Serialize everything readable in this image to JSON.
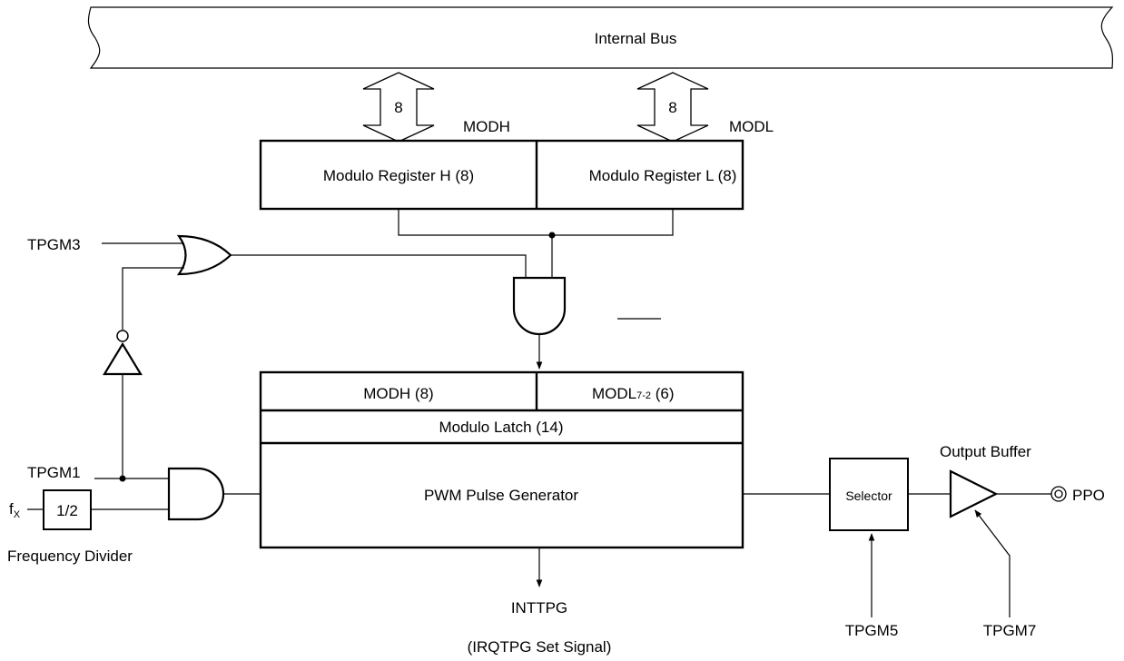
{
  "bus": {
    "label": "Internal Bus"
  },
  "bus_width_labels": {
    "left": "8",
    "right": "8"
  },
  "registers": {
    "modh_tag": "MODH",
    "modl_tag": "MODL",
    "modulo_register_h": "Modulo Register H (8)",
    "modulo_register_l": "Modulo Register L (8)"
  },
  "latch": {
    "modh": "MODH (8)",
    "modl_base": "MODL",
    "modl_sub": "7-2",
    "modl_width": " (6)",
    "modulo_latch": "Modulo Latch (14)",
    "pwm_generator": "PWM Pulse Generator"
  },
  "signals": {
    "tpgm3": "TPGM3",
    "tpgm1": "TPGM1",
    "tpgm5": "TPGM5",
    "tpgm7": "TPGM7",
    "fx_base": "f",
    "fx_sub": "X",
    "ppo": "PPO",
    "inttpg": "INTTPG",
    "irqtpg": "(IRQTPG Set Signal)"
  },
  "blocks": {
    "divider_value": "1/2",
    "divider_name": "Frequency Divider",
    "selector": "Selector",
    "output_buffer": "Output Buffer"
  }
}
